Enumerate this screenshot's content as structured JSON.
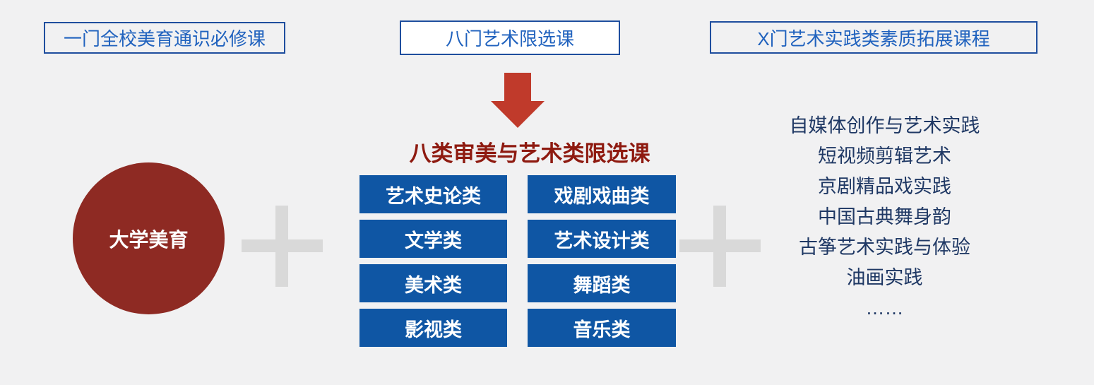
{
  "headers": [
    {
      "label": "一门全校美育通识必修课"
    },
    {
      "label": "八门艺术限选课"
    },
    {
      "label": "X门艺术实践类素质拓展课程"
    }
  ],
  "circle": {
    "label": "大学美育"
  },
  "center": {
    "title": "八类审美与艺术类限选课",
    "buttons": [
      "艺术史论类",
      "戏剧戏曲类",
      "文学类",
      "艺术设计类",
      "美术类",
      "舞蹈类",
      "影视类",
      "音乐类"
    ]
  },
  "right_list": {
    "items": [
      "自媒体创作与艺术实践",
      "短视频剪辑艺术",
      "京剧精品戏实践",
      "中国古典舞身韵",
      "古筝艺术实践与体验",
      "油画实践",
      "……"
    ]
  },
  "icons": {
    "down_arrow": "down-arrow-icon",
    "plus": "plus-icon"
  },
  "colors": {
    "background": "#F1F1F2",
    "header_border": "#1F4E9E",
    "header_text": "#2062BE",
    "header_middle_fill": "#FFFFFF",
    "arrow_red": "#C03A2B",
    "center_title_red": "#8E1A10",
    "circle_red": "#8E2A23",
    "chip_blue": "#0F56A4",
    "chip_text": "#FFFFFF",
    "plus_gray": "#D9D9D9",
    "list_navy": "#1F3864"
  }
}
